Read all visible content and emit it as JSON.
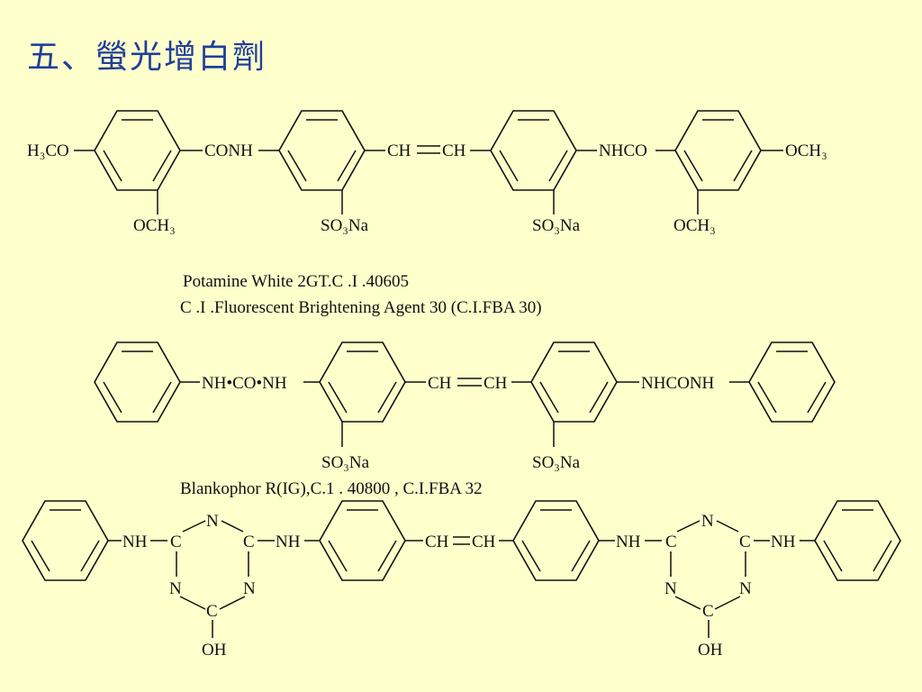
{
  "slide": {
    "title": "五、螢光增白劑"
  },
  "structures": [
    {
      "labels": {
        "h3co": "H₃CO",
        "conh": "CONH",
        "ch_left": "CH",
        "ch_right": "CH",
        "nhco": "NHCO",
        "och3_end": "OCH₃",
        "och3_sub_left": "OCH₃",
        "so3na_left": "SO₃Na",
        "so3na_right": "SO₃Na",
        "och3_sub_right": "OCH₃"
      },
      "caption_lines": [
        "Potamine White  2GT.C .I .40605",
        "C .I .Fluorescent Brightening Agent  30 (C.I.FBA 30)"
      ]
    },
    {
      "labels": {
        "nhconh_left": "NH•CO•NH",
        "ch_left": "CH",
        "ch_right": "CH",
        "nhconh_right": "NHCONH",
        "so3na_left": "SO₃Na",
        "so3na_right": "SO₃Na"
      },
      "caption_lines": [
        "Blankophor R(IG),C.1 . 40800 , C.I.FBA  32"
      ]
    },
    {
      "labels": {
        "nh_1": "NH",
        "c_l1": "C",
        "n_ltop": "N",
        "c_l2": "C",
        "nh_2": "NH",
        "n_l_bl": "N",
        "n_l_br": "N",
        "c_l_bot": "C",
        "oh_left": "OH",
        "ch_left": "CH",
        "ch_right": "CH",
        "nh_3": "NH",
        "c_r1": "C",
        "n_rtop": "N",
        "c_r2": "C",
        "nh_4": "NH",
        "n_r_bl": "N",
        "n_r_br": "N",
        "c_r_bot": "C",
        "oh_right": "OH"
      }
    }
  ]
}
